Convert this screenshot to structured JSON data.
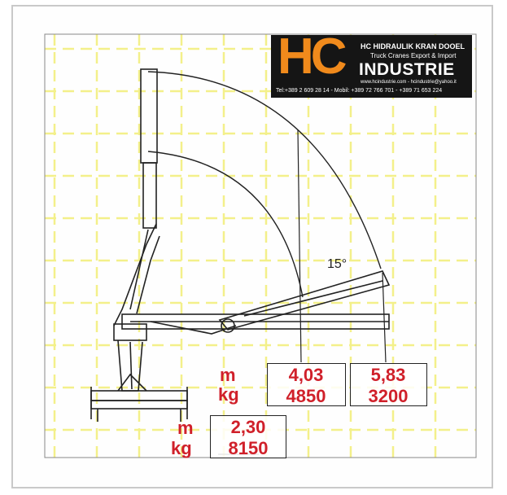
{
  "logo": {
    "mark": "HC",
    "line1": "HC HIDRAULIK KRAN DOOEL",
    "line2": "Truck Cranes Export & Import",
    "word": "INDUSTRIE",
    "web": "www.hcindustrie.com - hcindustrie@yahoo.it",
    "tel": "Tel:+389 2 609 28 14 - Mobil: +389 72 766 701 - +389 71 653 224"
  },
  "angle_label": "15°",
  "units": {
    "m": "m",
    "kg": "kg"
  },
  "load_points": [
    {
      "reach": "4,03",
      "load": "4850"
    },
    {
      "reach": "5,83",
      "load": "3200"
    },
    {
      "reach": "2,30",
      "load": "8150"
    }
  ],
  "colors": {
    "grid": "#f3f08a",
    "text_red": "#d0202a",
    "logo_orange": "#f08a1c",
    "logo_bg": "#151515"
  }
}
